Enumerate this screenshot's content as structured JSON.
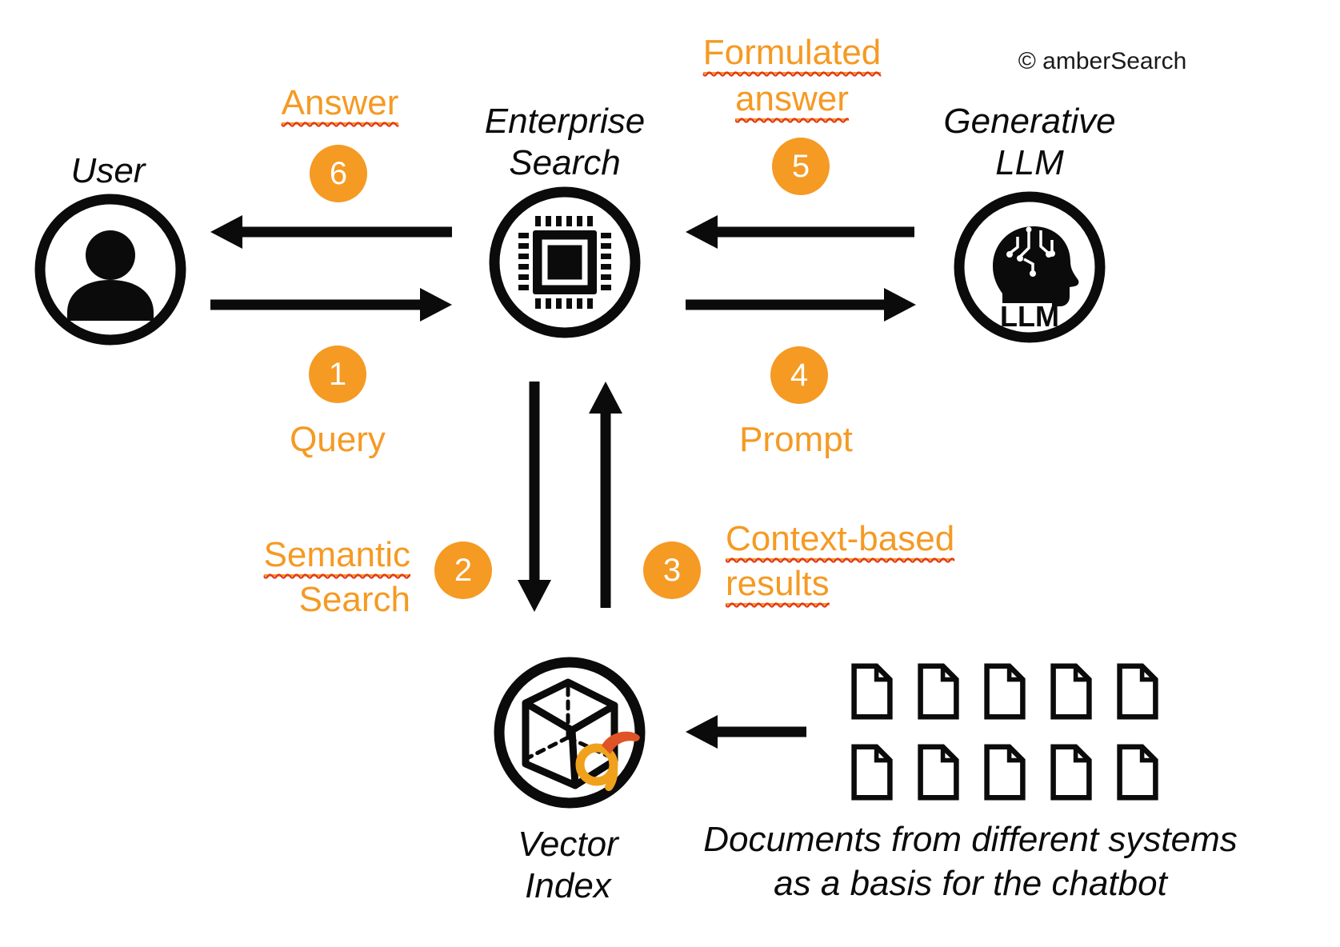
{
  "copyright": "© amberSearch",
  "colors": {
    "orange": "#F59A23",
    "squiggle_red": "#E0301E",
    "ink": "#0B0B0B"
  },
  "nodes": {
    "user": {
      "label": "User"
    },
    "enterprise": {
      "line1": "Enterprise",
      "line2": "Search"
    },
    "llm": {
      "line1": "Generative",
      "line2": "LLM",
      "icon_text": "LLM"
    },
    "vector": {
      "line1": "Vector",
      "line2": "Index"
    }
  },
  "steps": {
    "one": {
      "num": "1",
      "label": "Query"
    },
    "two": {
      "num": "2",
      "line1": "Semantic",
      "line2": "Search"
    },
    "three": {
      "num": "3",
      "line1": "Context-based",
      "line2": "results"
    },
    "four": {
      "num": "4",
      "label": "Prompt"
    },
    "five": {
      "num": "5",
      "line1": "Formulated",
      "line2": "answer"
    },
    "six": {
      "num": "6",
      "label": "Answer"
    }
  },
  "documents": {
    "rows": 2,
    "cols": 5,
    "caption_line1": "Documents from different systems",
    "caption_line2": "as a basis for the chatbot"
  }
}
